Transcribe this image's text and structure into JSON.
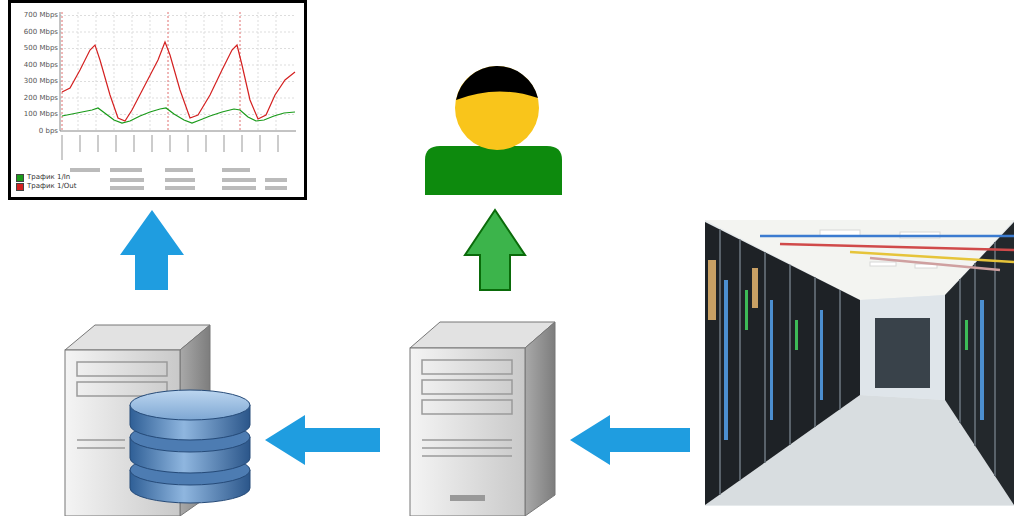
{
  "diagram": {
    "labels": [
      "700 Mbps",
      "600 Mbps",
      "500 Mbps",
      "400 Mbps",
      "300 Mbps",
      "200 Mbps",
      "100 Mbps",
      "0 bps"
    ],
    "legend": [
      {
        "text": "Трафик 1/In",
        "color": "#1a9b1a"
      },
      {
        "text": "Трафик 1/Out",
        "color": "#d42020"
      }
    ]
  }
}
